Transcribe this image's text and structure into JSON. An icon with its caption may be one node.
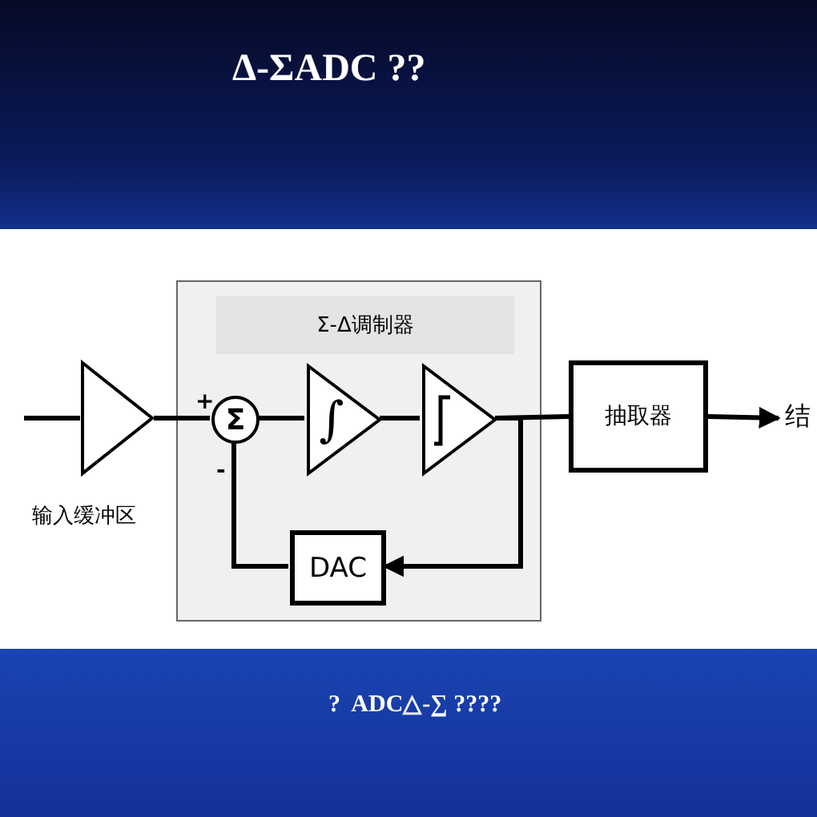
{
  "diagram": {
    "title": "Δ-ΣADC ??",
    "caption": "?  ADC△-∑ ????",
    "nodes": [
      {
        "text": [],
        "shape": "triangle",
        "beside": [
          "输入缓冲区"
        ]
      },
      {
        "text": [
          "Σ-Δ调制器"
        ]
      },
      {
        "text": [
          "Σ"
        ],
        "in": 1
      },
      {
        "text": [
          "∫"
        ],
        "in": 1
      },
      {
        "text": [],
        "shape": "triangle",
        "in": 1
      },
      {
        "text": [
          "DAC"
        ],
        "in": 1
      },
      {
        "text": [
          "抽取器"
        ]
      },
      {
        "text": [
          "结"
        ]
      }
    ],
    "edges": [
      {
        "from": null,
        "to": 0,
        "arrow": "none"
      },
      {
        "from": 0,
        "to": 2,
        "arrow": "none"
      },
      {
        "from": 2,
        "to": 3,
        "arrow": "none"
      },
      {
        "from": 3,
        "to": 4,
        "arrow": "none"
      },
      {
        "from": 4,
        "to": 6,
        "arrow": "none"
      },
      {
        "from": 4,
        "to": 5,
        "arrow": "to"
      },
      {
        "from": 5,
        "to": 2,
        "arrow": "none"
      },
      {
        "from": 6,
        "to": 7,
        "arrow": "to"
      }
    ],
    "labels": [
      "+",
      "-"
    ]
  }
}
